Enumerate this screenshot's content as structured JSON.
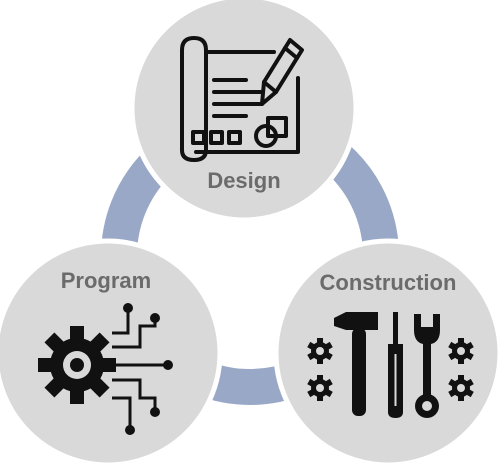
{
  "nodes": {
    "design": {
      "label": "Design",
      "icon": "blueprint-pencil-icon"
    },
    "program": {
      "label": "Program",
      "icon": "gear-circuit-icon"
    },
    "construction": {
      "label": "Construction",
      "icon": "tools-gears-icon"
    }
  },
  "colors": {
    "ring": "#9aa8c7",
    "circle_fill": "#d9d9d9",
    "circle_stroke": "#ffffff",
    "label": "#6b6b6b",
    "icon": "#111111"
  }
}
